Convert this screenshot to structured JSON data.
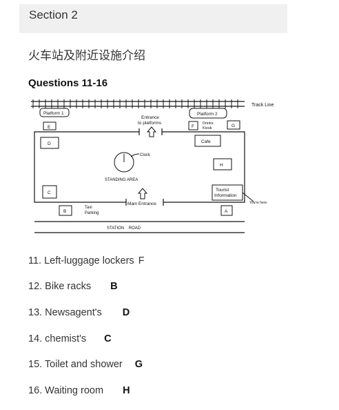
{
  "section": "Section 2",
  "subtitle": "火车站及附近设施介绍",
  "questions_heading": "Questions 11-16",
  "map": {
    "track_line": "Track Line",
    "platform1": "Platform 1",
    "platform2": "Platform 2",
    "entrance_line1": "Entrance",
    "entrance_line2": "to platforms",
    "drinks_line1": "Drinks",
    "drinks_line2": "Kiosk",
    "cafe": "Cafe",
    "clock": "Clock",
    "standing_area": "STANDING AREA",
    "tourist_line1": "Tourist",
    "tourist_line2": "Information",
    "youre_here": "You're here",
    "main_entrance": "Main Entrance",
    "taxi_line1": "Taxi",
    "taxi_line2": "Parking",
    "station_road": "STATION    ROAD",
    "letters": {
      "A": "A",
      "B": "B",
      "C": "C",
      "D": "D",
      "E": "E",
      "F": "F",
      "G": "G",
      "H": "H"
    }
  },
  "questions": [
    {
      "label": "11. Left-luggage lockers",
      "answer": "F"
    },
    {
      "label": "12. Bike racks",
      "answer": "B"
    },
    {
      "label": "13. Newsagent's",
      "answer": "D"
    },
    {
      "label": "14. chemist's",
      "answer": "C"
    },
    {
      "label": "15. Toilet and shower",
      "answer": "G"
    },
    {
      "label": "16. Waiting room",
      "answer": "H"
    }
  ]
}
